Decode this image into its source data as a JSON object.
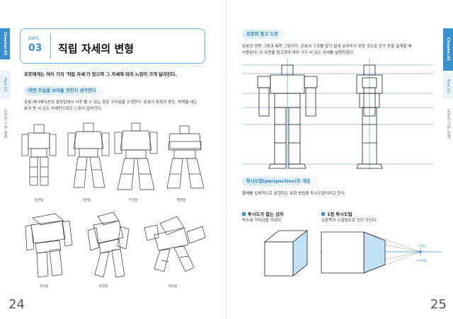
{
  "left_page": {
    "side_tabs": [
      "Chapter.01",
      "Part.03",
      "로봇의 기본 형태"
    ],
    "title": {
      "part_label": "part.",
      "part_number": "03",
      "heading": "직립 자세의 변형"
    },
    "intro": "로봇에게는 여러 가지 '직립 자세'가 있으며 그 자세에 따라 느낌이 크게 달라진다.",
    "section1": {
      "heading": "어떤 모습을 보여줄 것인지 생각한다",
      "body_lines": [
        "로봇 애니메이션의 설정집에서 자주 볼 수 있는 표준 스타일을 소개한다. 로봇의 특징과 용도, 박력을 내는",
        "효과 등 서 있는 자세만으로도 느낌이 달라진다."
      ]
    },
    "captions_row1": [
      "정면형",
      "기본형",
      "부감형",
      "팔짱형"
    ],
    "captions_row2": [
      "전신형",
      "측면형",
      "액션형"
    ],
    "page_number": "24"
  },
  "right_page": {
    "side_tabs": [
      "Chapter.01",
      "Part.03",
      "로봇의 기본 형태"
    ],
    "ref_section": {
      "heading": "로봇의 참고 도면",
      "body_lines": [
        "로봇의 정면 그림과 측면 그림이다. 로봇의 구조를 알기 쉽게 보여주기 위한 것으로 완구 등을 설계할 때",
        "사용된다. 이 도면을 참고하여 여러 가지 서 있는 자세를 설명하겠다."
      ]
    },
    "perspective_section": {
      "heading": "투시도법(perspective)의 개념",
      "body": "물체를 입체적으로 표현하는 묘화 방법을 투시도법이라고 한다."
    },
    "sub1": {
      "heading": "투시도가 없는 상자",
      "body": "박스에 거리감을 주었다."
    },
    "sub2": {
      "heading": "1점 투시도법",
      "body": "오른쪽의 소실점으로 선이 모인다."
    },
    "vanishing_labels": [
      "소실점",
      "아이레벨"
    ],
    "page_number": "25"
  },
  "colors": {
    "accent": "#3a8fd0",
    "pill_bg": "#d6ebf9",
    "cube_face": "#bfe0f6"
  }
}
